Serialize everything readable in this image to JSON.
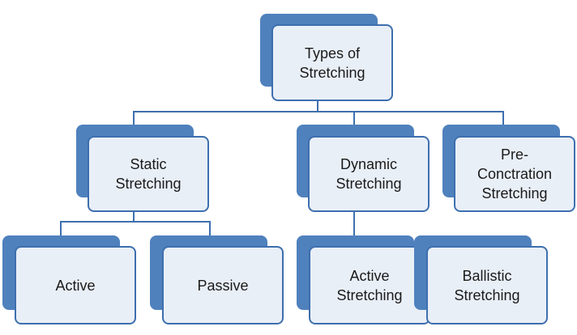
{
  "diagram": {
    "root": {
      "label": "Types of\nStretching"
    },
    "static": {
      "label": "Static\nStretching"
    },
    "dynamic": {
      "label": "Dynamic\nStretching"
    },
    "pre": {
      "label": "Pre-\nConctration\nStretching"
    },
    "active": {
      "label": "Active"
    },
    "passive": {
      "label": "Passive"
    },
    "active_stretching": {
      "label": "Active\nStretching"
    },
    "ballistic": {
      "label": "Ballistic\nStretching"
    }
  },
  "colors": {
    "shadow": "#4f81bd",
    "fill": "#e9eff7",
    "border": "#3e6fae"
  }
}
